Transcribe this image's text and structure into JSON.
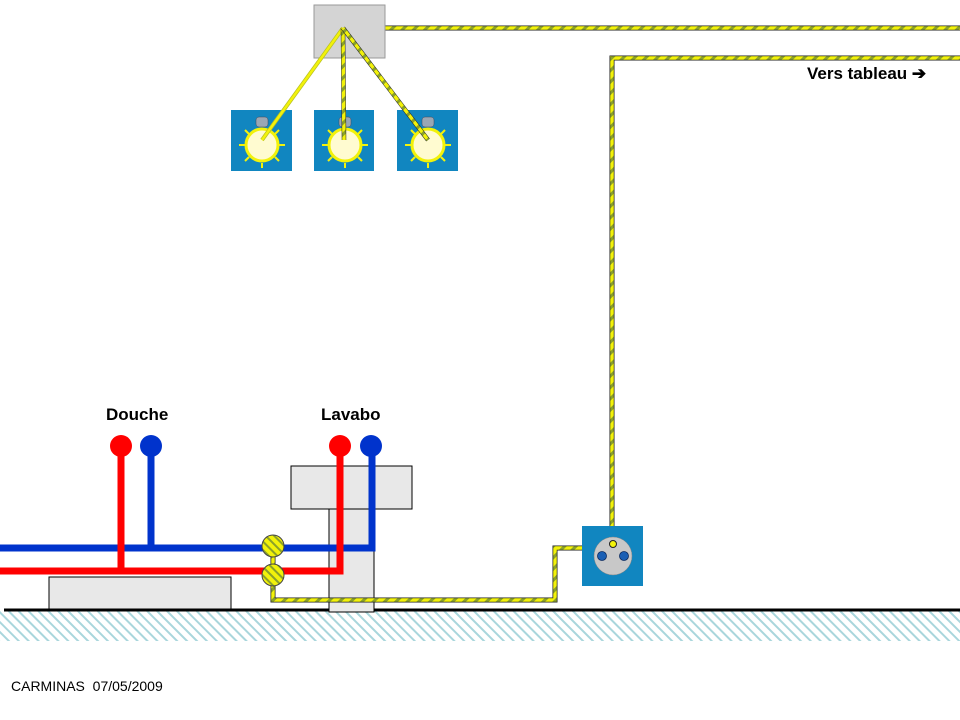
{
  "labels": {
    "douche": "Douche",
    "lavabo": "Lavabo",
    "vers_tableau": "Vers tableau ➔",
    "footer": "CARMINAS  07/05/2009"
  },
  "colors": {
    "hot_pipe": "#ff0000",
    "cold_pipe": "#0033cc",
    "earth_wire_yellow": "#f2f20a",
    "earth_wire_green": "#7f9a2a",
    "fixture_fill": "#e8e8e8",
    "junction_box_fill": "#d4d4d4",
    "device_box_blue": "#1186c0",
    "bulb_fill": "#fffbd0",
    "bulb_ring": "#f2f20a",
    "socket_face": "#c8c8c8",
    "socket_pin": "#1a5fb4",
    "floor_line": "#000000",
    "floor_hatch": "#a9d6dc"
  },
  "elements": {
    "junction_box": "junction-box",
    "lights": [
      "light-1",
      "light-2",
      "light-3"
    ],
    "outlet": "socket-outlet",
    "earth_clamps": [
      "earth-clamp-cold",
      "earth-clamp-hot"
    ]
  }
}
